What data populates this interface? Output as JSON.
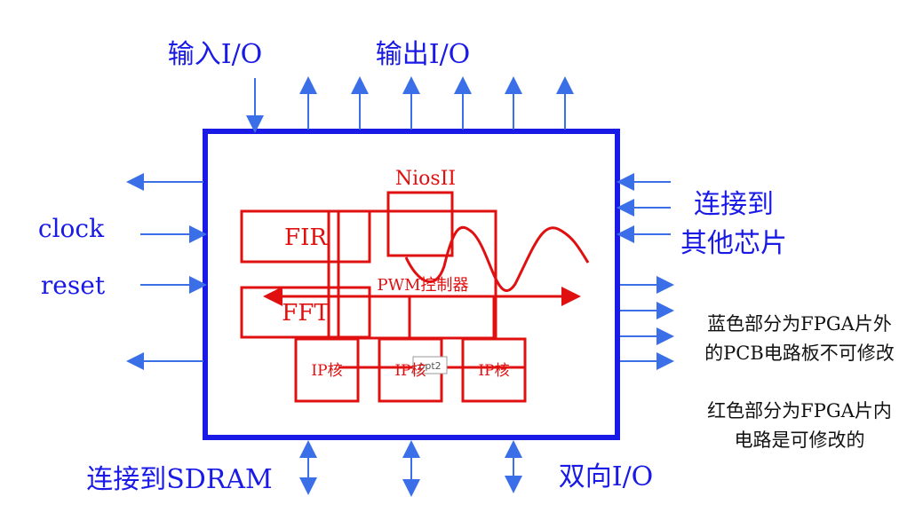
{
  "colors": {
    "blue": "#1a1ae6",
    "arrow_blue": "#3a6fe8",
    "red": "#e01010",
    "text_dark": "#111111"
  },
  "labels": {
    "input_io": "输入I/O",
    "output_io": "输出I/O",
    "clock": "clock",
    "reset": "reset",
    "connect_other_1": "连接到",
    "connect_other_2": "其他芯片",
    "connect_sdram": "连接到SDRAM",
    "bidirectional_io": "双向I/O"
  },
  "notes": {
    "blue_line1": "蓝色部分为FPGA片外",
    "blue_line2": "的PCB电路板不可修改",
    "red_line1": "红色部分为FPGA片内",
    "red_line2": "电路是可修改的"
  },
  "blocks": {
    "nios": "NiosII",
    "fir": "FIR",
    "fft": "FFT",
    "pwm": "PWM控制器",
    "ip1": "IP核",
    "ip2": "IP核",
    "ip3": "IP核"
  },
  "tag": "ppt2"
}
